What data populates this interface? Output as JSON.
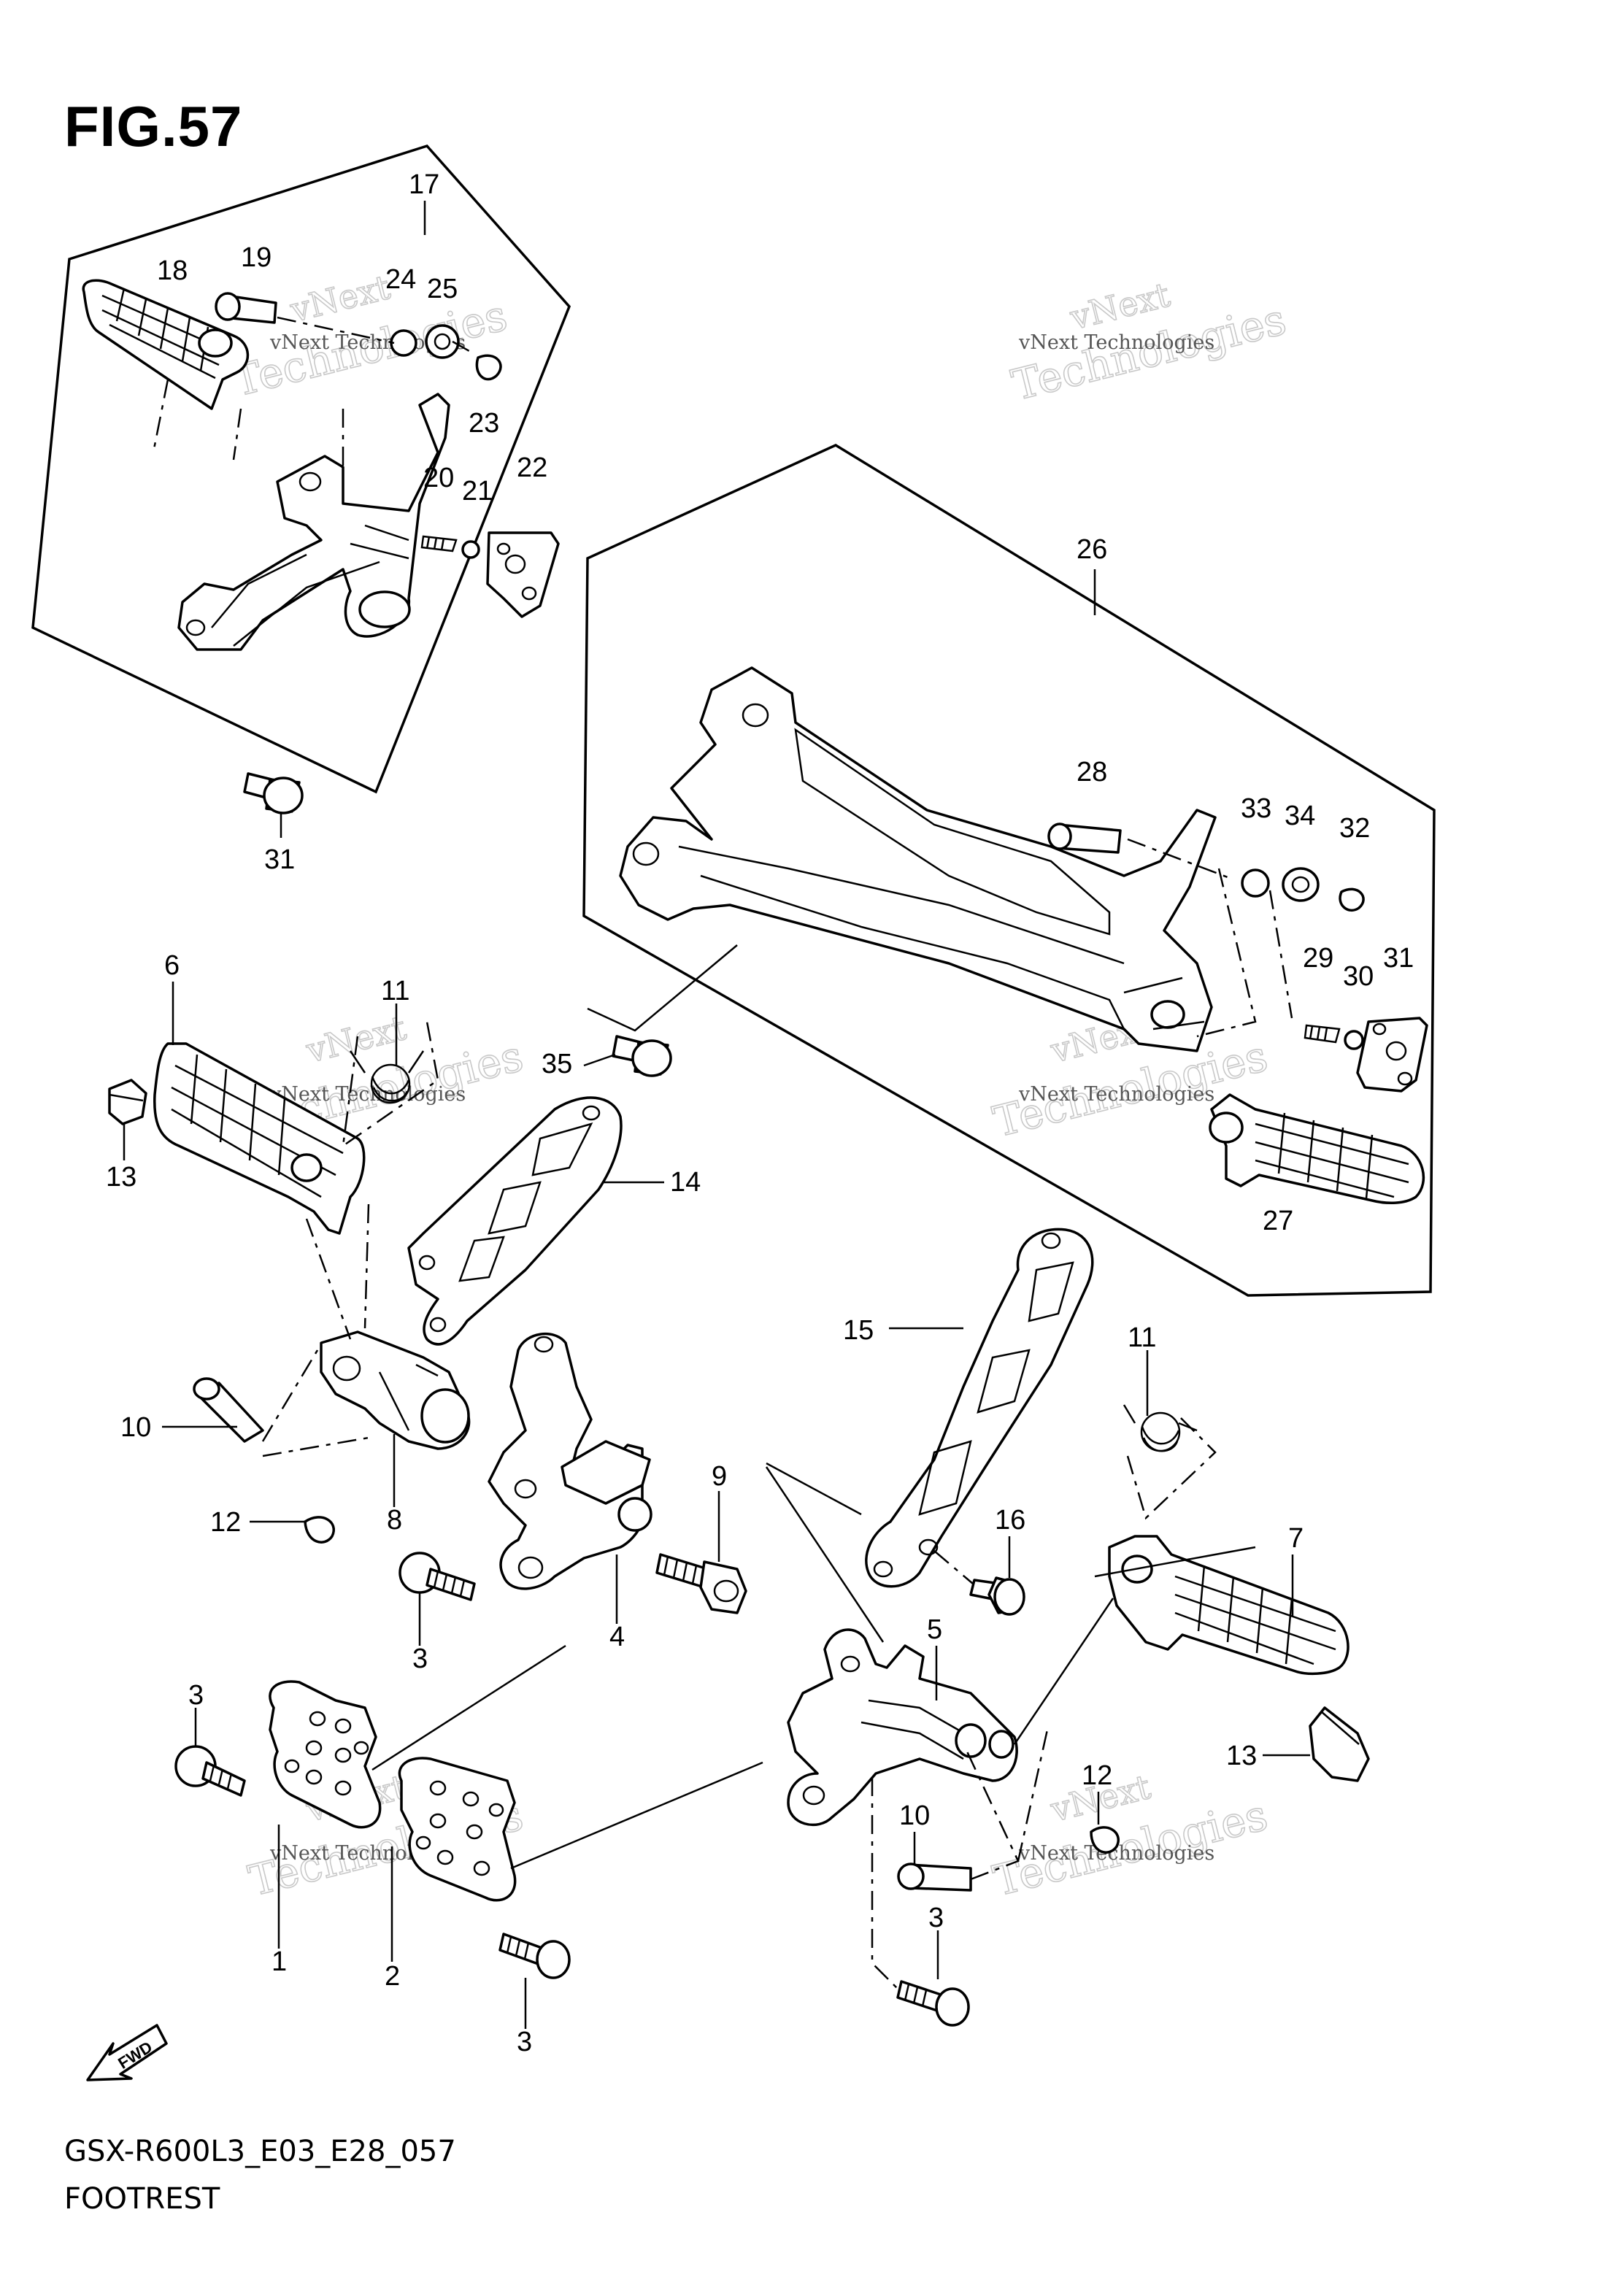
{
  "figure": {
    "title": "FIG.57",
    "code": "GSX-R600L3_E03_E28_057",
    "name": "FOOTREST",
    "fwd_label": "FWD",
    "watermark": [
      "vNext Technologies",
      "vNext",
      "Technologies"
    ]
  },
  "labels": {
    "p1": "1",
    "p2": "2",
    "p3a": "3",
    "p3b": "3",
    "p3c": "3",
    "p3d": "3",
    "p4": "4",
    "p5": "5",
    "p6": "6",
    "p7": "7",
    "p8": "8",
    "p9": "9",
    "p10a": "10",
    "p10b": "10",
    "p11a": "11",
    "p11b": "11",
    "p12a": "12",
    "p12b": "12",
    "p13a": "13",
    "p13b": "13",
    "p14": "14",
    "p15": "15",
    "p16": "16",
    "p17": "17",
    "p18": "18",
    "p19": "19",
    "p20": "20",
    "p21": "21",
    "p22": "22",
    "p23": "23",
    "p24": "24",
    "p25": "25",
    "p26": "26",
    "p27": "27",
    "p28": "28",
    "p29": "29",
    "p30": "30",
    "p31a": "31",
    "p31b": "31",
    "p32": "32",
    "p33": "33",
    "p34": "34",
    "p35": "35"
  }
}
